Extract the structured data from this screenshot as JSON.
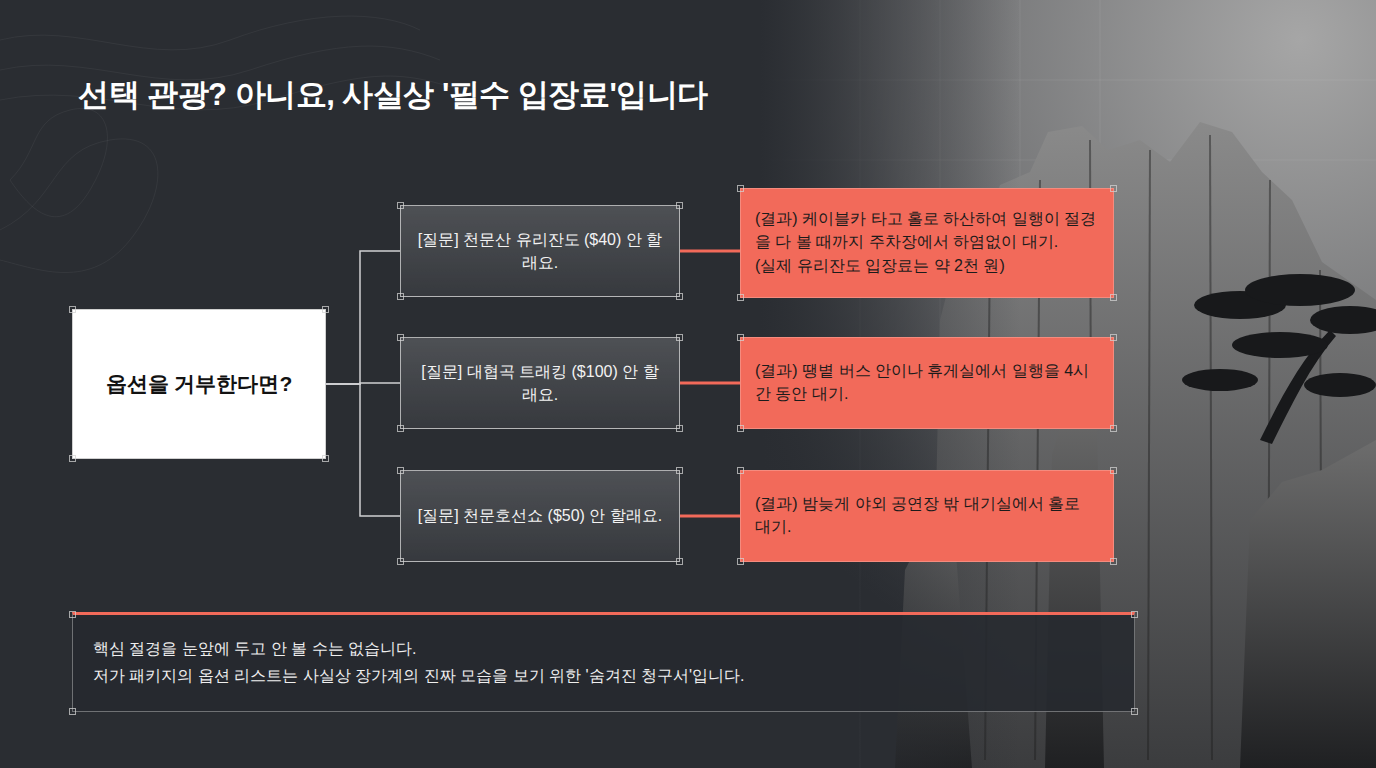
{
  "diagram": {
    "title": "선택 관광? 아니요, 사실상 '필수 입장료'입니다",
    "nodes": [
      {
        "text": [
          "옵션을 거부한다면?"
        ]
      },
      {
        "text": [
          "[질문] 천문산 유리잔도 ($40) 안 할래요."
        ]
      },
      {
        "text": [
          "[질문] 대협곡 트래킹 ($100) 안 할래요."
        ]
      },
      {
        "text": [
          "[질문] 천문호선쇼 ($50) 안 할래요."
        ]
      },
      {
        "text": [
          "(결과) 케이블카 타고 홀로 하산하여 일행이 절경을 다 볼 때까지 주차장에서 하염없이 대기.",
          "(실제 유리잔도 입장료는 약 2천 원)"
        ]
      },
      {
        "text": [
          "(결과) 땡볕 버스 안이나 휴게실에서 일행을 4시간 동안 대기."
        ]
      },
      {
        "text": [
          "(결과) 밤늦게 야외 공연장 밖 대기실에서 홀로 대기."
        ]
      },
      {
        "text": [
          "핵심 절경을 눈앞에 두고 안 볼 수는 없습니다.",
          "저가 패키지의 옵션 리스트는 사실상 장가계의 진짜 모습을 보기 위한 '숨겨진 청구서'입니다."
        ]
      }
    ],
    "edges": [
      {
        "from": 0,
        "to": 1,
        "arrow": "none"
      },
      {
        "from": 0,
        "to": 2,
        "arrow": "none"
      },
      {
        "from": 0,
        "to": 3,
        "arrow": "none"
      },
      {
        "from": 1,
        "to": 4,
        "arrow": "none"
      },
      {
        "from": 2,
        "to": 5,
        "arrow": "none"
      },
      {
        "from": 3,
        "to": 6,
        "arrow": "none"
      }
    ]
  }
}
